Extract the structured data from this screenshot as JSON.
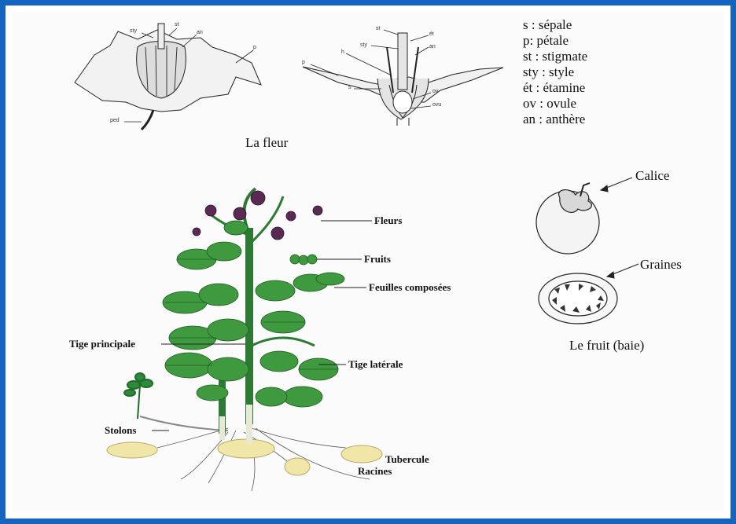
{
  "legend": [
    "s : sépale",
    "p: pétale",
    "st : stigmate",
    "sty : style",
    "ét : étamine",
    "ov : ovule",
    "an : anthère"
  ],
  "flower": {
    "caption": "La fleur",
    "labels_left": {
      "sty": "sty",
      "st": "st",
      "an": "an",
      "p": "p",
      "ped": "ped"
    },
    "labels_right": {
      "st": "st",
      "et": "ét",
      "sty": "sty",
      "an": "an",
      "h": "h",
      "p": "p",
      "s": "s",
      "ov": "ov",
      "ovu": "ovu"
    }
  },
  "fruit": {
    "caption": "Le fruit (baie)",
    "calice": "Calice",
    "graines": "Graines"
  },
  "plant": {
    "fleurs": "Fleurs",
    "fruits": "Fruits",
    "feuilles": "Feuilles composées",
    "tige_principale": "Tige principale",
    "tige_laterale": "Tige latérale",
    "stolons": "Stolons",
    "tubercule": "Tubercule",
    "racines": "Racines"
  }
}
